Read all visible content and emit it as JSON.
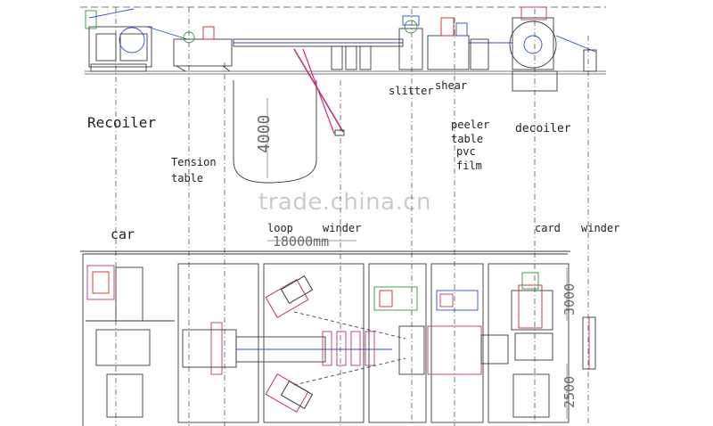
{
  "labels": {
    "recoiler": "Recoiler",
    "tension_1": "Tension",
    "tension_2": "table",
    "slitter": "slitter",
    "shear": "shear",
    "peeler_1": "peeler",
    "peeler_2": "table",
    "pvc_1": "pvc",
    "pvc_2": "film",
    "decoiler": "decoiler",
    "car": "car",
    "loop": "loop",
    "winder_mid": "winder",
    "card": "card",
    "winder_right": "winder"
  },
  "dimensions": {
    "d4000": "4000",
    "d18000": "18000mm",
    "d3000": "3000",
    "d2500": "2500"
  },
  "watermark": "trade.china.cn",
  "colors": {
    "line": "#3a3a3a",
    "blue": "#2a4fd1",
    "magenta": "#c2307d",
    "cyan": "#1ab3c4",
    "green": "#2f9a3c",
    "red": "#d22b2b"
  }
}
